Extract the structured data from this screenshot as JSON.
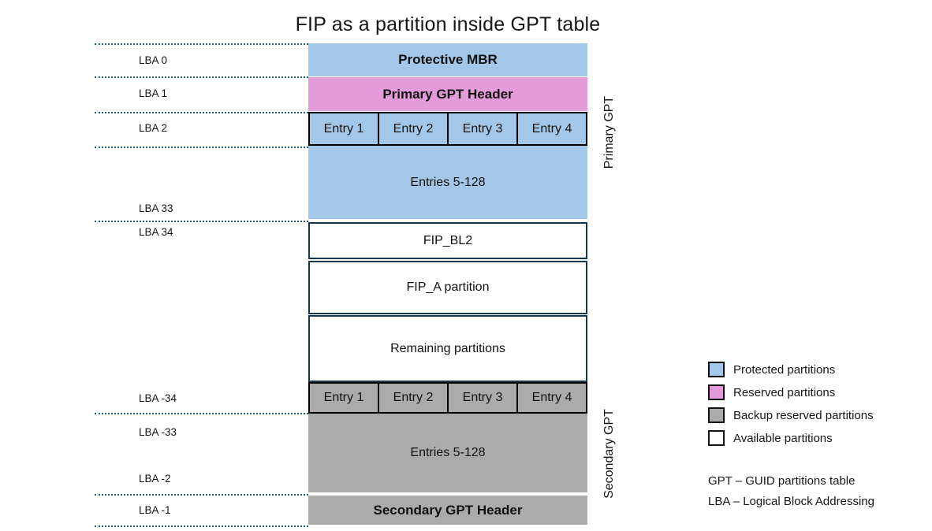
{
  "title": "FIP as a partition inside GPT table",
  "colors": {
    "protected": "#a3c7e8",
    "reserved": "#e49bd9",
    "backup": "#ababab",
    "available": "#ffffff",
    "dark_border": "#12374f",
    "dotted_line": "#1e5a70"
  },
  "lba_labels": [
    "LBA 0",
    "LBA 1",
    "LBA 2",
    "LBA 33",
    "LBA 34",
    "LBA -34",
    "LBA -33",
    "LBA -2",
    "LBA -1"
  ],
  "primary_gpt": {
    "side_label": "Primary GPT",
    "protective_mbr": "Protective MBR",
    "gpt_header": "Primary GPT Header",
    "entries": [
      "Entry 1",
      "Entry 2",
      "Entry 3",
      "Entry 4"
    ],
    "entries_rest": "Entries 5-128"
  },
  "partitions": {
    "fip_bl2": "FIP_BL2",
    "fip_a": "FIP_A partition",
    "remaining": "Remaining partitions"
  },
  "secondary_gpt": {
    "side_label": "Secondary GPT",
    "entries": [
      "Entry 1",
      "Entry 2",
      "Entry 3",
      "Entry 4"
    ],
    "entries_rest": "Entries 5-128",
    "gpt_header": "Secondary GPT Header"
  },
  "legend": {
    "items": [
      {
        "label": "Protected partitions",
        "color": "#a3c7e8"
      },
      {
        "label": "Reserved partitions",
        "color": "#e49bd9"
      },
      {
        "label": "Backup reserved partitions",
        "color": "#ababab"
      },
      {
        "label": "Available partitions",
        "color": "#ffffff"
      }
    ]
  },
  "footnotes": [
    "GPT – GUID partitions table",
    "LBA – Logical Block Addressing"
  ]
}
